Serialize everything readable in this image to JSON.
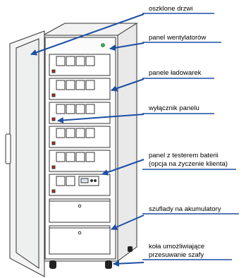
{
  "labels": {
    "glass_door": "oszklone drzwi",
    "fan_panel": "panel wentylatorów",
    "charger_panels": "panele ładowarek",
    "panel_switch": "wyłącznik panelu",
    "tester_panel_line1": "panel z testerem baterii",
    "tester_panel_line2": "(opcja na życzenie klienta)",
    "battery_drawers": "szuflady na akumulatory",
    "wheels_line1": "koła umożliwiające",
    "wheels_line2": "przesuwanie szafy"
  },
  "colors": {
    "arrow": "#1d4fa3",
    "outline": "#333333",
    "led_on": "#2fb84a",
    "led_red": "#cc2222",
    "cabinet_fill": "#f6f6f6",
    "glass_fill": "#eef0ef"
  },
  "icons": [
    "arrow-icon",
    "fan-led-icon",
    "wheel-icon",
    "tester-display-icon"
  ]
}
